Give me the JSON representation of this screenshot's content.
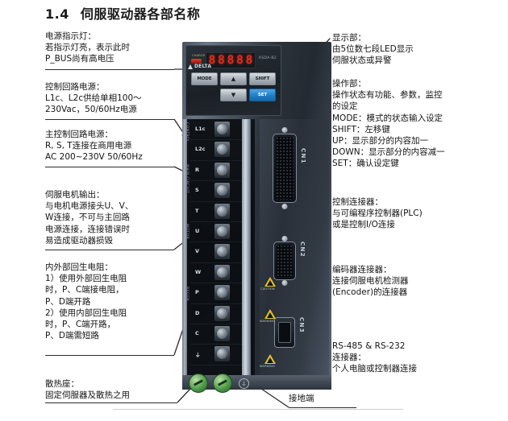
{
  "document": {
    "section_number": "1.4",
    "section_title": "伺服驱动器各部名称"
  },
  "callouts_left": [
    {
      "id": "power-indicator",
      "text": "电源指示灯：\n若指示灯亮，表示此时\nP_BUS尚有高电压"
    },
    {
      "id": "control-circuit-power",
      "text": "控制回路电源：\nL1c、L2c供给单相100～\n230Vac，50/60Hz电源"
    },
    {
      "id": "main-circuit-power",
      "text": "主控制回路电源：\nR, S, T连接在商用电源\nAC 200~230V 50/60Hz"
    },
    {
      "id": "servo-motor-output",
      "text": "伺服电机输出：\n与电机电源接头U、V、\nW连接，不可与主回路\n电源连接，连接错误时\n易造成驱动器损毁"
    },
    {
      "id": "regenerative-resistor",
      "text": "内外部回生电阻：\n1）使用外部回生电阻\n    时，P、C端接电阻，\n    P、D端开路\n2）使用内部回生电阻\n    时，P、C端开路，\n    P、D端需短路"
    },
    {
      "id": "heatsink-base",
      "text": "散热座：\n固定伺服器及散热之用"
    }
  ],
  "callouts_right": [
    {
      "id": "display-section",
      "text": "显示部：\n由5位数七段LED显示\n伺服状态或异警"
    },
    {
      "id": "operation-section",
      "text": "操作部：\n操作状态有功能、参数，监控\n的设定\nMODE：模式的状态输入设定\nSHIFT：左移键\nUP：显示部分的内容加一\nDOWN：显示部分的内容减一\nSET：确认设定键"
    },
    {
      "id": "control-connector",
      "text": "控制连接器：\n与可编程序控制器(PLC)\n或是控制I/O连接"
    },
    {
      "id": "encoder-connector",
      "text": "编码器连接器：\n连接伺服电机检测器\n(Encoder)的连接器"
    },
    {
      "id": "serial-connector",
      "text": "RS-485 & RS-232\n连接器：\n个人电脑或控制器连接"
    }
  ],
  "callout_bottom": {
    "id": "ground-terminal",
    "text": "接地端"
  },
  "device": {
    "brand": "DELTA",
    "model": "ASDA-B2",
    "charge_lamp_label": "CHARGE",
    "display": {
      "digits": [
        "8",
        "8",
        "8",
        "8",
        "8"
      ],
      "digit_count_note": "5"
    },
    "keys": [
      {
        "id": "mode",
        "label": "MODE"
      },
      {
        "id": "up",
        "label": "▲"
      },
      {
        "id": "shift",
        "label": "SHIFT"
      },
      {
        "id": "down",
        "label": "▼"
      },
      {
        "id": "set",
        "label": "SET"
      }
    ],
    "terminals": [
      {
        "name": "L1c"
      },
      {
        "name": "L2c"
      },
      {
        "name": "R"
      },
      {
        "name": "S"
      },
      {
        "name": "T"
      },
      {
        "name": "U"
      },
      {
        "name": "V"
      },
      {
        "name": "W"
      },
      {
        "name": "P"
      },
      {
        "name": "D"
      },
      {
        "name": "C"
      },
      {
        "name": "⏚"
      }
    ],
    "terminal_group_tags": [
      {
        "id": "control-power",
        "text": "CONTROL"
      },
      {
        "id": "main-power",
        "text": "MAIN CIRCUIT"
      },
      {
        "id": "motor-output",
        "text": "MOTOR"
      },
      {
        "id": "regen",
        "text": "REGEN"
      }
    ],
    "connectors": [
      {
        "id": "cn1",
        "label": "CN1"
      },
      {
        "id": "cn2",
        "label": "CN2"
      },
      {
        "id": "cn3",
        "label": "CN3"
      }
    ],
    "warnings": [
      {
        "id": "caution",
        "caption": "CAUTION"
      },
      {
        "id": "warning",
        "caption": "WARNING"
      }
    ],
    "ground_screws": 2
  },
  "colors": {
    "accent_set_key": "#1f7fc6",
    "led_red": "#ff2d1a",
    "warning_yellow": "#e8c126",
    "ground_green": "#4f9a48",
    "leader_line": "#2b2b2b"
  }
}
